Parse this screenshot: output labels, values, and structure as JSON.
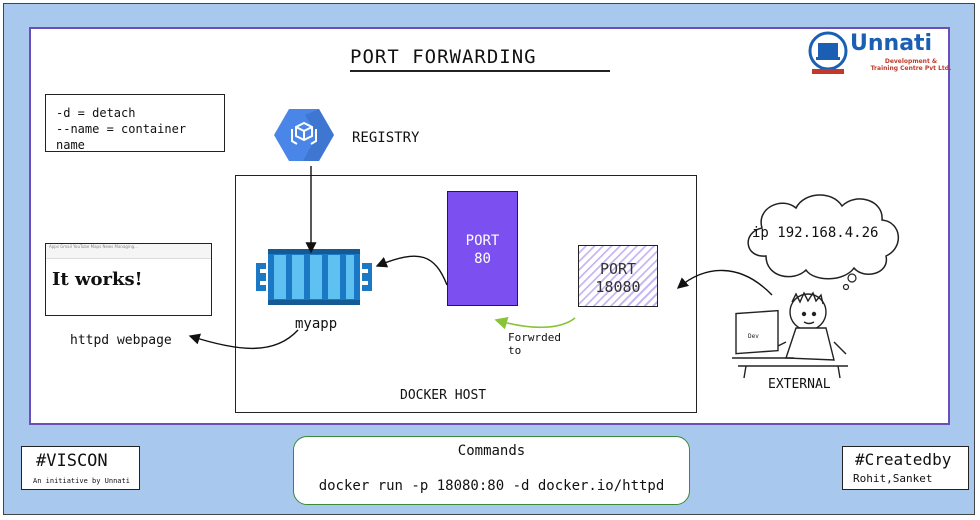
{
  "title": "PORT FORWARDING",
  "legend": {
    "line1": "-d = detach",
    "line2": "--name = container name"
  },
  "registry": {
    "label": "REGISTRY",
    "icon": "container-registry-icon"
  },
  "docker_host": {
    "label": "DOCKER HOST",
    "port_internal_line1": "PORT",
    "port_internal_line2": "80",
    "port_external_line1": "PORT",
    "port_external_line2": "18080",
    "container_label": "myapp",
    "forwarded_line1": "Forwrded",
    "forwarded_line2": "to"
  },
  "webpage": {
    "message": "It works!",
    "caption": "httpd webpage",
    "tabs_text": "Apps  Gmail  YouTube  Maps  News  Managing..."
  },
  "external": {
    "thought": "ip 192.168.4.26",
    "label": "EXTERNAL"
  },
  "logo": {
    "brand": "Unnati",
    "sub_line1": "Development &",
    "sub_line2": "Training Centre Pvt Ltd."
  },
  "footer": {
    "left_tag": "#VISCON",
    "left_sub": "An initiative by Unnati",
    "commands_heading": "Commands",
    "command": "docker run -p 18080:80 -d docker.io/httpd",
    "right_tag": "#Createdby",
    "right_sub": "Rohit,Sanket"
  },
  "colors": {
    "background_frame": "#a8c8ee",
    "inner_border": "#6b4fb8",
    "port80_fill": "#7b4ff0",
    "port18080_hatch": "#c9b8f5",
    "forward_arrow": "#8ac23a",
    "command_border": "#3a8a3a",
    "container_blue": "#1b78c4"
  }
}
